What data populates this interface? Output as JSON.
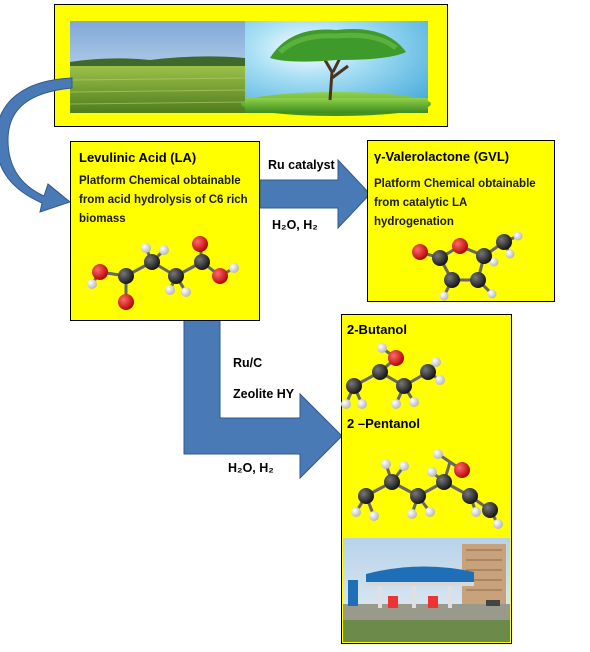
{
  "colors": {
    "box_fill": "#ffff00",
    "arrow_fill": "#4a7ab5",
    "arrow_stroke": "#2f5a8c"
  },
  "biomass_panel": {
    "field_image": "wheat-field-image",
    "tree_image": "tree-image"
  },
  "la_box": {
    "title": "Levulinic Acid (LA)",
    "desc_line1": "Platform Chemical obtainable",
    "desc_line2": "from acid hydrolysis of C6 rich",
    "desc_line3": "biomass",
    "molecule": "levulinic-acid-molecule"
  },
  "gvl_box": {
    "title": "γ-Valerolactone (GVL)",
    "desc_line1": "Platform Chemical obtainable",
    "desc_line2": "from catalytic LA",
    "desc_line3": "hydrogenation",
    "molecule": "gvl-molecule"
  },
  "arrow_la_gvl": {
    "label_top": "Ru catalyst",
    "label_bottom": "H₂O, H₂"
  },
  "arrow_la_fuels": {
    "label1": "Ru/C",
    "label2": "Zeolite HY",
    "label3": "H₂O, H₂"
  },
  "fuels_box": {
    "title1": "2-Butanol",
    "title2": "2 –Pentanol",
    "station_image": "fuel-station-image"
  }
}
